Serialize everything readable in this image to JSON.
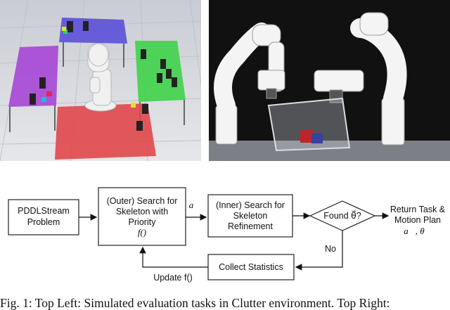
{
  "figure": {
    "flowchart": {
      "start_box": [
        "PDDLStream",
        "Problem"
      ],
      "outer_box": [
        "(Outer) Search for",
        "Skeleton with",
        "Priority",
        "f()"
      ],
      "inner_box": [
        "(Inner) Search for",
        "Skeleton",
        "Refinement"
      ],
      "decision": "Found θ⃗?",
      "result": [
        "Return Task &",
        "Motion Plan"
      ],
      "result_vars": "a⃗, θ⃗",
      "collect_box": "Collect Statistics",
      "edge_outer_to_inner": "a⃗",
      "edge_no": "No",
      "edge_update": "Update f()"
    },
    "caption": "Fig. 1: Top Left: Simulated evaluation tasks in Clutter environment. Top Right:"
  },
  "colors": {
    "table_blue": "#5b4fd9",
    "table_green": "#3fd24a",
    "table_purple": "#a646d6",
    "table_red": "#e0474a",
    "floor": "#d9dbe0"
  }
}
